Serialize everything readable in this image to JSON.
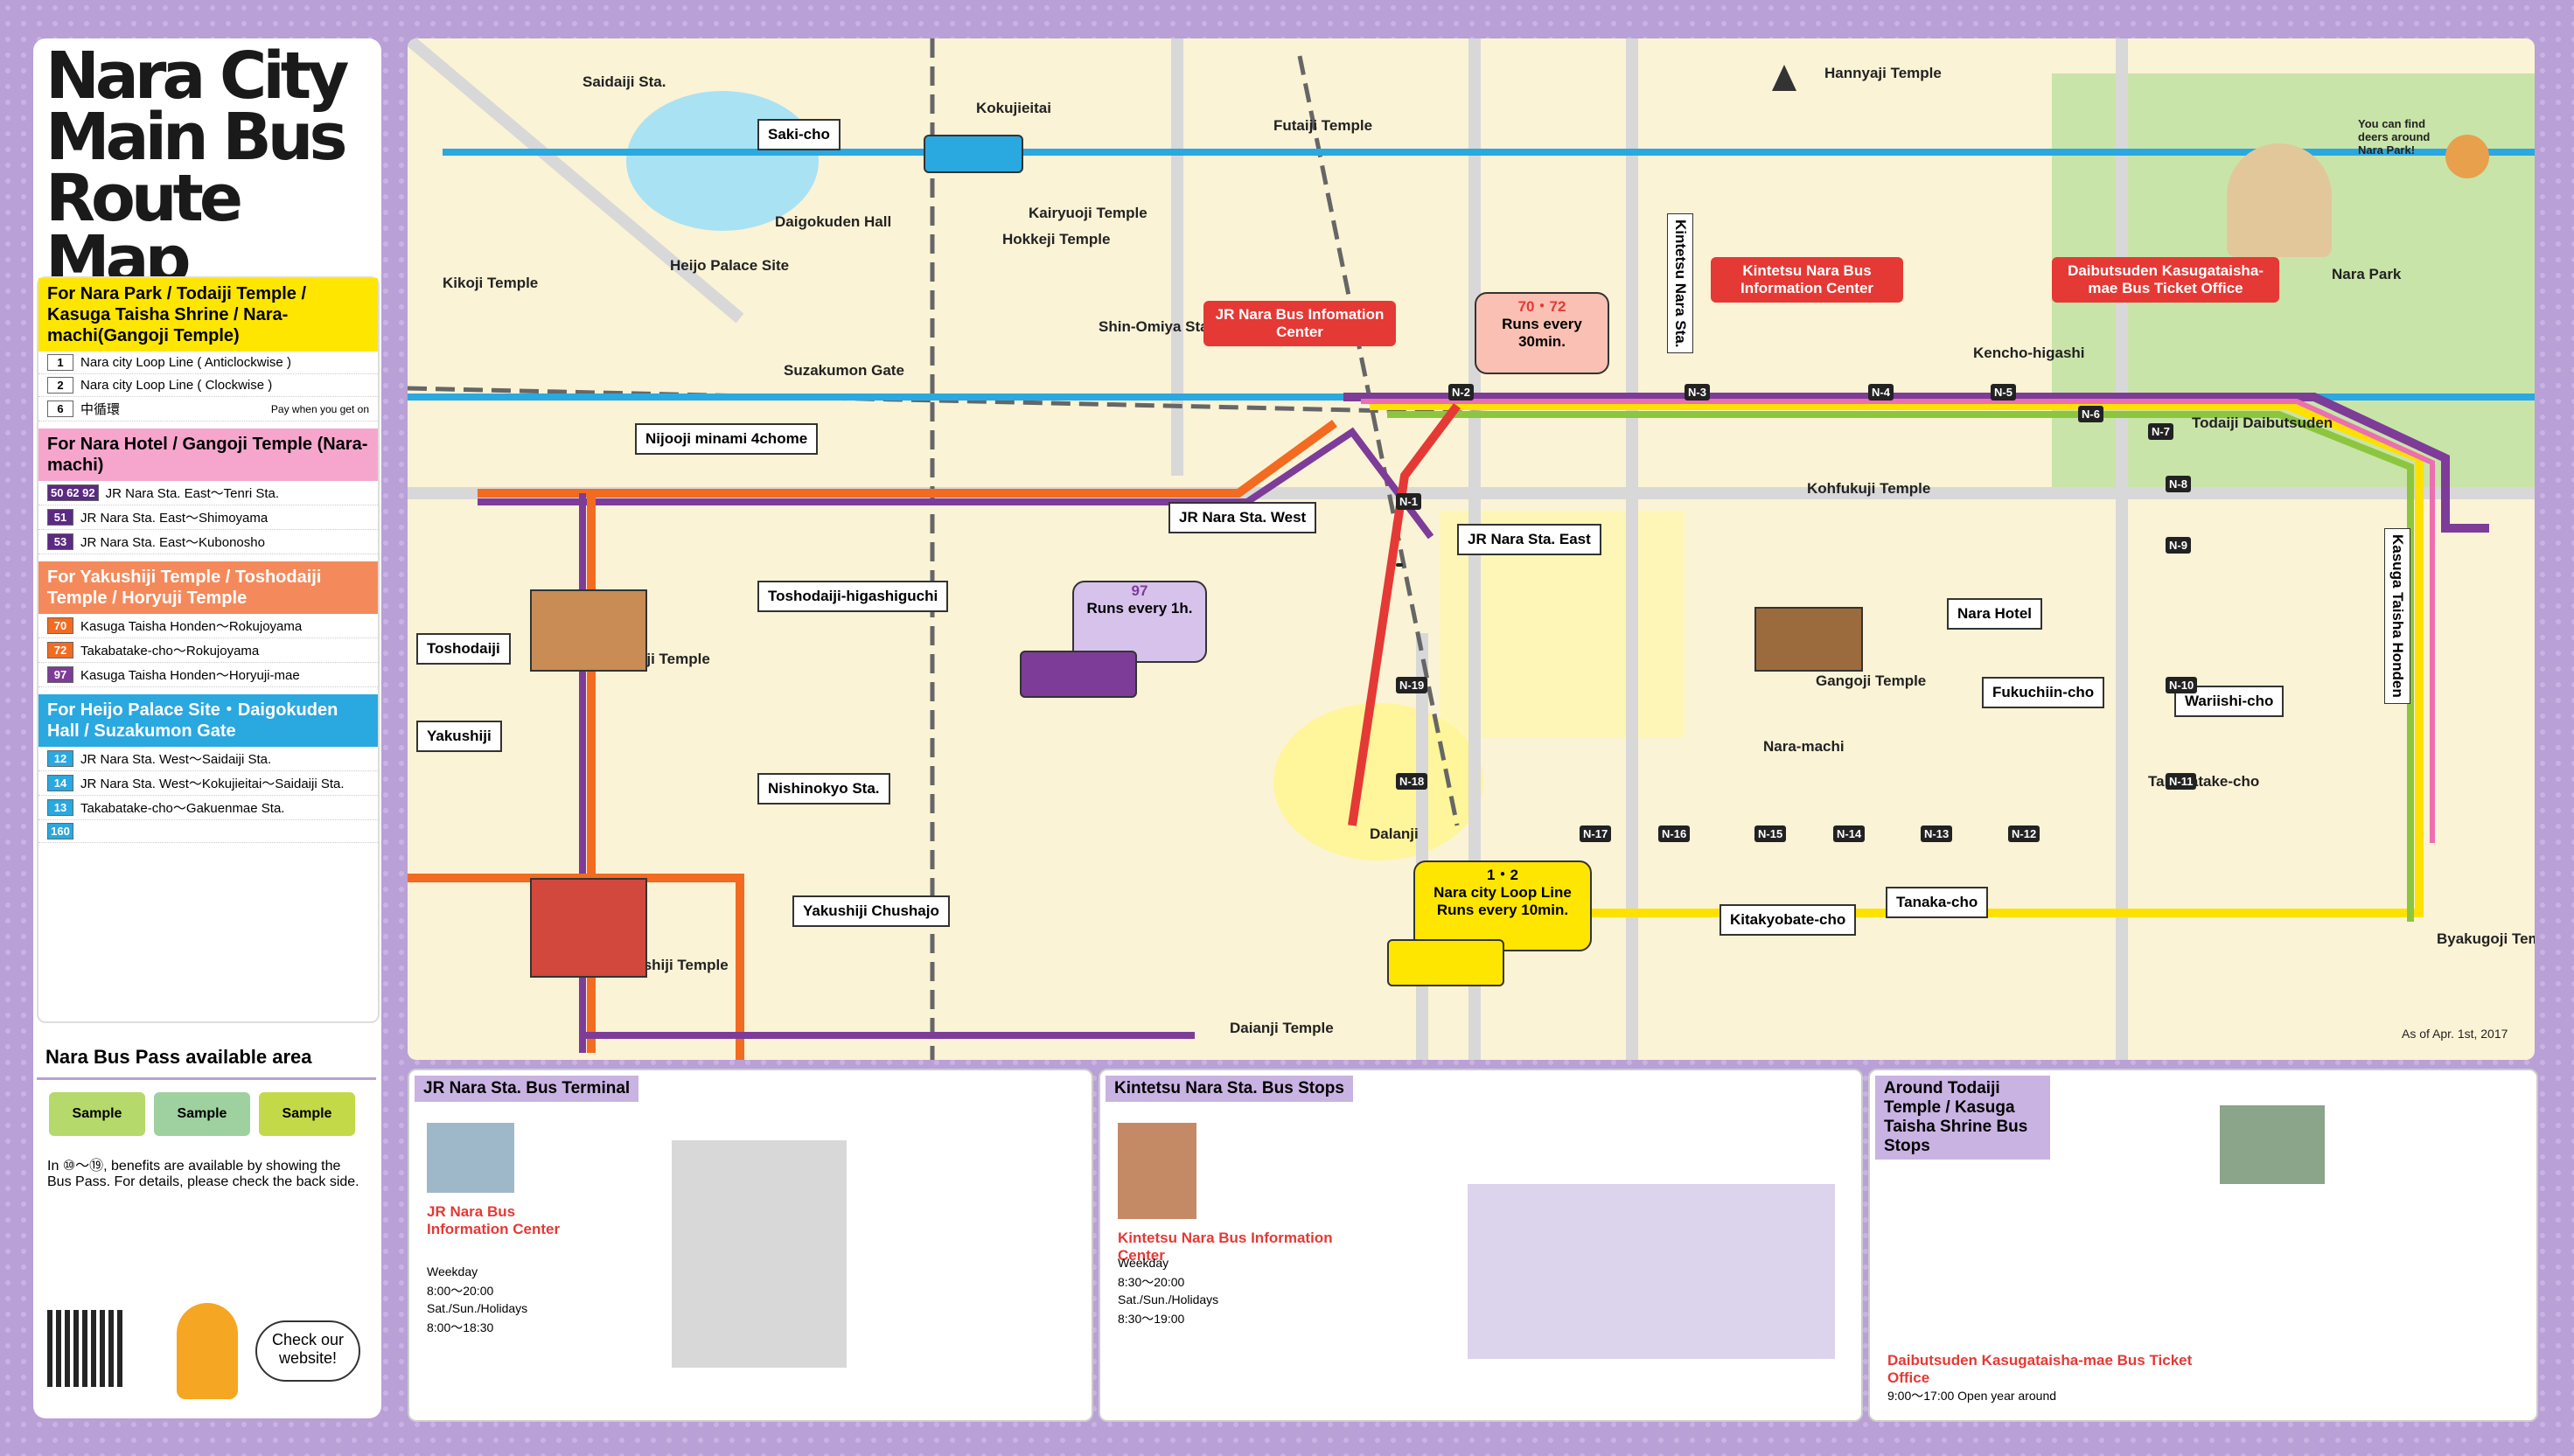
{
  "title_lines": [
    "Nara City",
    "Main Bus",
    "Route Map"
  ],
  "legend": [
    {
      "heading": "For Nara Park / Todaiji Temple / Kasuga Taisha Shrine / Nara-machi(Gangoji Temple)",
      "rows": [
        {
          "badge": "1",
          "text": "Nara city Loop Line ( Anticlockwise )"
        },
        {
          "badge": "2",
          "text": "Nara city Loop Line ( Clockwise )"
        },
        {
          "badge": "6",
          "text": "中循環"
        }
      ],
      "note": "Pay when you get on"
    },
    {
      "heading": "For Nara Hotel / Gangoji Temple (Nara-machi)",
      "rows": [
        {
          "badge": "50 62 92",
          "text": "JR Nara Sta. East～Tenri Sta."
        },
        {
          "badge": "51",
          "text": "JR Nara Sta. East～Shimoyama"
        },
        {
          "badge": "53",
          "text": "JR Nara Sta. East～Kubonosho"
        }
      ]
    },
    {
      "heading": "For Yakushiji Temple / Toshodaiji Temple / Horyuji Temple",
      "rows": [
        {
          "badge": "70",
          "text": "Kasuga Taisha Honden～Rokujoyama"
        },
        {
          "badge": "72",
          "text": "Takabatake-cho～Rokujoyama"
        },
        {
          "badge": "97",
          "text": "Kasuga Taisha Honden～Horyuji-mae"
        }
      ]
    },
    {
      "heading": "For Heijo Palace Site・Daigokuden Hall / Suzakumon Gate",
      "rows": [
        {
          "badge": "12",
          "text": "JR Nara Sta. West～Saidaiji Sta."
        },
        {
          "badge": "14",
          "text": "JR Nara Sta. West～Kokujieitai～Saidaiji Sta."
        },
        {
          "badge": "13",
          "text": "Takabatake-cho～Gakuenmae Sta."
        },
        {
          "badge": "160",
          "text": ""
        }
      ]
    }
  ],
  "pass": {
    "heading": "Nara Bus Pass available area",
    "sample_label": "Sample",
    "note": "In ⑩～⑲, benefits are available by showing the Bus Pass. For details, please check the back side.",
    "check": "Check our website!"
  },
  "map": {
    "stations": [
      "Saidaiji Sta.",
      "Kokujieitai",
      "Heijo Palace Site",
      "Daigokuden Hall",
      "Suzakumon Gate",
      "Nijooji minami 4chome",
      "Shin-Omiya Sta.",
      "JR Nara Sta. West",
      "JR Nara Sta. East",
      "Kintetsu Nara Sta.",
      "Kencho-higashi",
      "Todaiji Daibutsuden",
      "Nara Park",
      "Kasuga Taisha Honden",
      "Nara Hotel",
      "Wariishi-cho",
      "Fukuchiin-cho",
      "Takabatake-cho",
      "Kitakyobate-cho",
      "Tanaka-cho",
      "Nara-machi",
      "Gangoji Temple",
      "Kohfukuji Temple",
      "Toshodaiji-higashiguchi",
      "Nishinokyo Sta.",
      "Yakushiji Chushajo",
      "Daianji Temple",
      "Byakugoji Temple",
      "Hannyaji Temple",
      "Futaiji Temple",
      "Kairyuoji Temple",
      "Hokkeji Temple",
      "Kikoji Temple",
      "Toshodaiji",
      "Yakushiji",
      "Saki-cho",
      "Dalanji",
      "Tosyodaiji Temple",
      "Yakushiji Temple"
    ],
    "freq": [
      {
        "routes": "70・72",
        "text": "Runs every 30min."
      },
      {
        "routes": "97",
        "text": "Runs every 1h."
      },
      {
        "routes": "1・2",
        "text": "Nara city Loop Line Runs every 10min."
      }
    ],
    "info_centers": [
      "JR Nara Bus Infomation Center",
      "Kintetsu Nara Bus Information Center",
      "Daibutsuden Kasugataisha-mae Bus Ticket Office"
    ],
    "stops": [
      "N-1",
      "N-2",
      "N-3",
      "N-4",
      "N-5",
      "N-6",
      "N-7",
      "N-8",
      "N-9",
      "N-10",
      "N-11",
      "N-12",
      "N-13",
      "N-14",
      "N-15",
      "N-16",
      "N-17",
      "N-18",
      "N-19"
    ],
    "asof": "As of Apr. 1st, 2017",
    "deer_note": "You can find deers around Nara Park!"
  },
  "bottom": [
    {
      "title": "JR Nara Sta. Bus Terminal",
      "info": "JR Nara Bus Information Center",
      "hours": [
        "Weekday",
        "8:00～20:00",
        "Sat./Sun./Holidays",
        "8:00～18:30"
      ]
    },
    {
      "title": "Kintetsu Nara Sta. Bus Stops",
      "info": "Kintetsu Nara Bus Information Center",
      "hours": [
        "Weekday",
        "8:30～20:00",
        "Sat./Sun./Holidays",
        "8:30～19:00"
      ]
    },
    {
      "title": "Around Todaiji Temple / Kasuga Taisha Shrine Bus Stops",
      "info": "Daibutsuden Kasugataisha-mae Bus Ticket Office",
      "hours": [
        "9:00～17:00 Open year around"
      ]
    }
  ],
  "colors": {
    "orange": "#f26b21",
    "purple": "#7d3c98",
    "yellow": "#ffe100",
    "blue": "#2aa8e0",
    "green": "#8cc63f",
    "pink": "#ec6fb0",
    "red": "#e53935"
  }
}
